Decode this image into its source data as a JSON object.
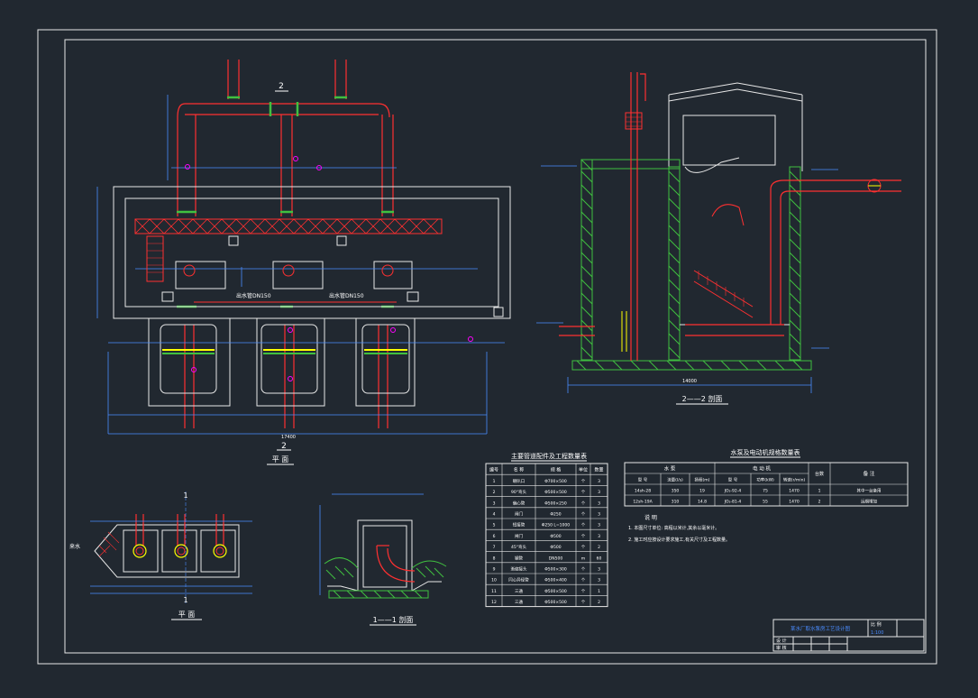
{
  "colors": {
    "background": "#212830",
    "frame": "#e8e8e8",
    "dim": "#4a8cff",
    "pipe": "#ff3030",
    "wall": "#40c040",
    "text": "#ffffff",
    "accent": "#ff00ff",
    "yellow": "#ffff00",
    "cyan": "#00e0ff"
  },
  "plan_view": {
    "label": "平 面",
    "section_mark": "2",
    "pipe_label_left": "出水管DN150",
    "pipe_label_right": "出水管DN150",
    "total_width": "17400"
  },
  "section_22": {
    "label": "2——2 剖面",
    "total_width": "14000"
  },
  "section_11": {
    "label": "1——1 剖面",
    "section_mark": "1"
  },
  "small_plan": {
    "label": "平 面",
    "inflow_label": "来水",
    "section_mark": "1"
  },
  "pipe_table": {
    "title": "主要管道配件及工程数量表",
    "headers": [
      "编号",
      "名 称",
      "规 格",
      "单位",
      "数量"
    ],
    "rows": [
      [
        "1",
        "喇叭口",
        "Φ700×500",
        "个",
        "3"
      ],
      [
        "2",
        "90°弯头",
        "Φ500×500",
        "个",
        "3"
      ],
      [
        "3",
        "偏心管",
        "Φ500×250",
        "个",
        "3"
      ],
      [
        "4",
        "闸门",
        "Φ250",
        "个",
        "3"
      ],
      [
        "5",
        "短接管",
        "Φ250 L=1000",
        "个",
        "3"
      ],
      [
        "6",
        "闸门",
        "Φ500",
        "个",
        "3"
      ],
      [
        "7",
        "45°弯头",
        "Φ500",
        "个",
        "2"
      ],
      [
        "8",
        "钢管",
        "DN500",
        "m",
        "60"
      ],
      [
        "9",
        "渐缩接头",
        "Φ500×300",
        "个",
        "3"
      ],
      [
        "10",
        "同心异径管",
        "Φ500×400",
        "个",
        "3"
      ],
      [
        "11",
        "三通",
        "Φ500×500",
        "个",
        "1"
      ],
      [
        "12",
        "三通",
        "Φ500×500",
        "个",
        "2"
      ]
    ]
  },
  "pump_table": {
    "title": "水泵及电动机规格数量表",
    "group_pump": "水 泵",
    "group_motor": "电 动 机",
    "col_count": "台数",
    "col_remark": "备 注",
    "headers": [
      "型 号",
      "流量(l/s)",
      "扬程(m)",
      "型 号",
      "功率(kW)",
      "转速(r/min)"
    ],
    "rows": [
      [
        "14sh-28",
        "350",
        "19",
        "JO₂-92-4",
        "75",
        "1470",
        "1",
        "其中一台备用"
      ],
      [
        "12sh-19A",
        "310",
        "14.8",
        "JO₂-81-4",
        "55",
        "1470",
        "2",
        "远期增加"
      ]
    ]
  },
  "notes": {
    "heading": "说 明",
    "items": [
      "1. 本图尺寸单位: 高程以米计,其余以毫米计。",
      "2. 施工时应按设计要求施工,有关尺寸及工程数量。"
    ]
  },
  "title_block": {
    "drawing_title": "某水厂取水泵房工艺设计图",
    "sheet_label": "比 例",
    "sheet_value": "1:100",
    "row2_left": "设 计",
    "row3_left": "审 核"
  }
}
